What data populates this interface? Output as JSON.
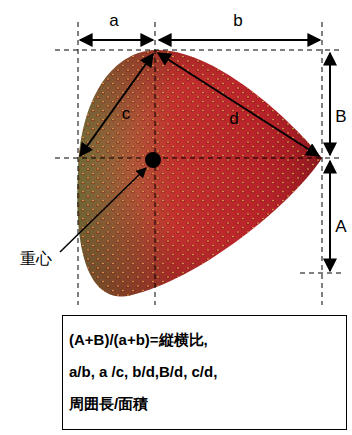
{
  "diagram": {
    "nodes": [
      {
        "text": [
          "(A+B)/(a+b)=縦横比,",
          "a/b, a /c, b/d,B/d, c/d,",
          "周囲長/面積"
        ]
      }
    ],
    "labels": [
      "a",
      "b",
      "c",
      "d",
      "B",
      "A",
      "重心"
    ]
  }
}
